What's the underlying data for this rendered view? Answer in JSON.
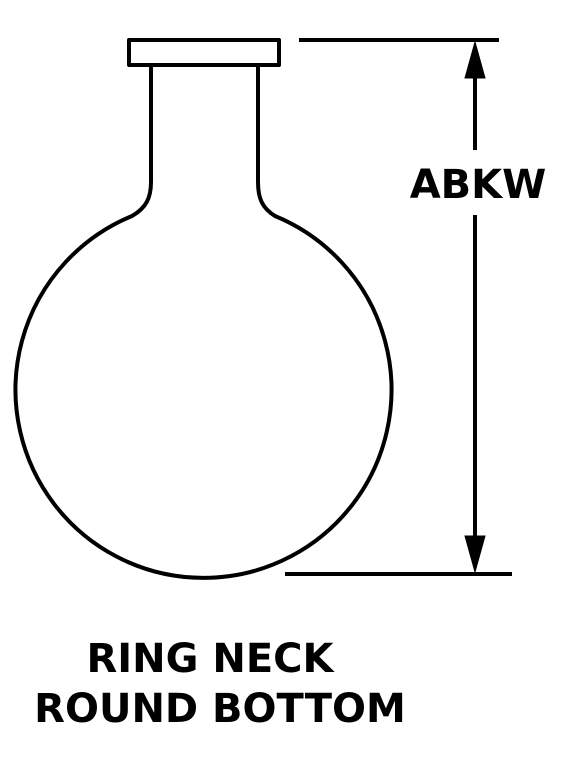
{
  "diagram": {
    "dimension_label": "ABKW",
    "caption_line1": "RING NECK",
    "caption_line2": "ROUND BOTTOM",
    "line_color": "#000000",
    "background_color": "#ffffff"
  }
}
